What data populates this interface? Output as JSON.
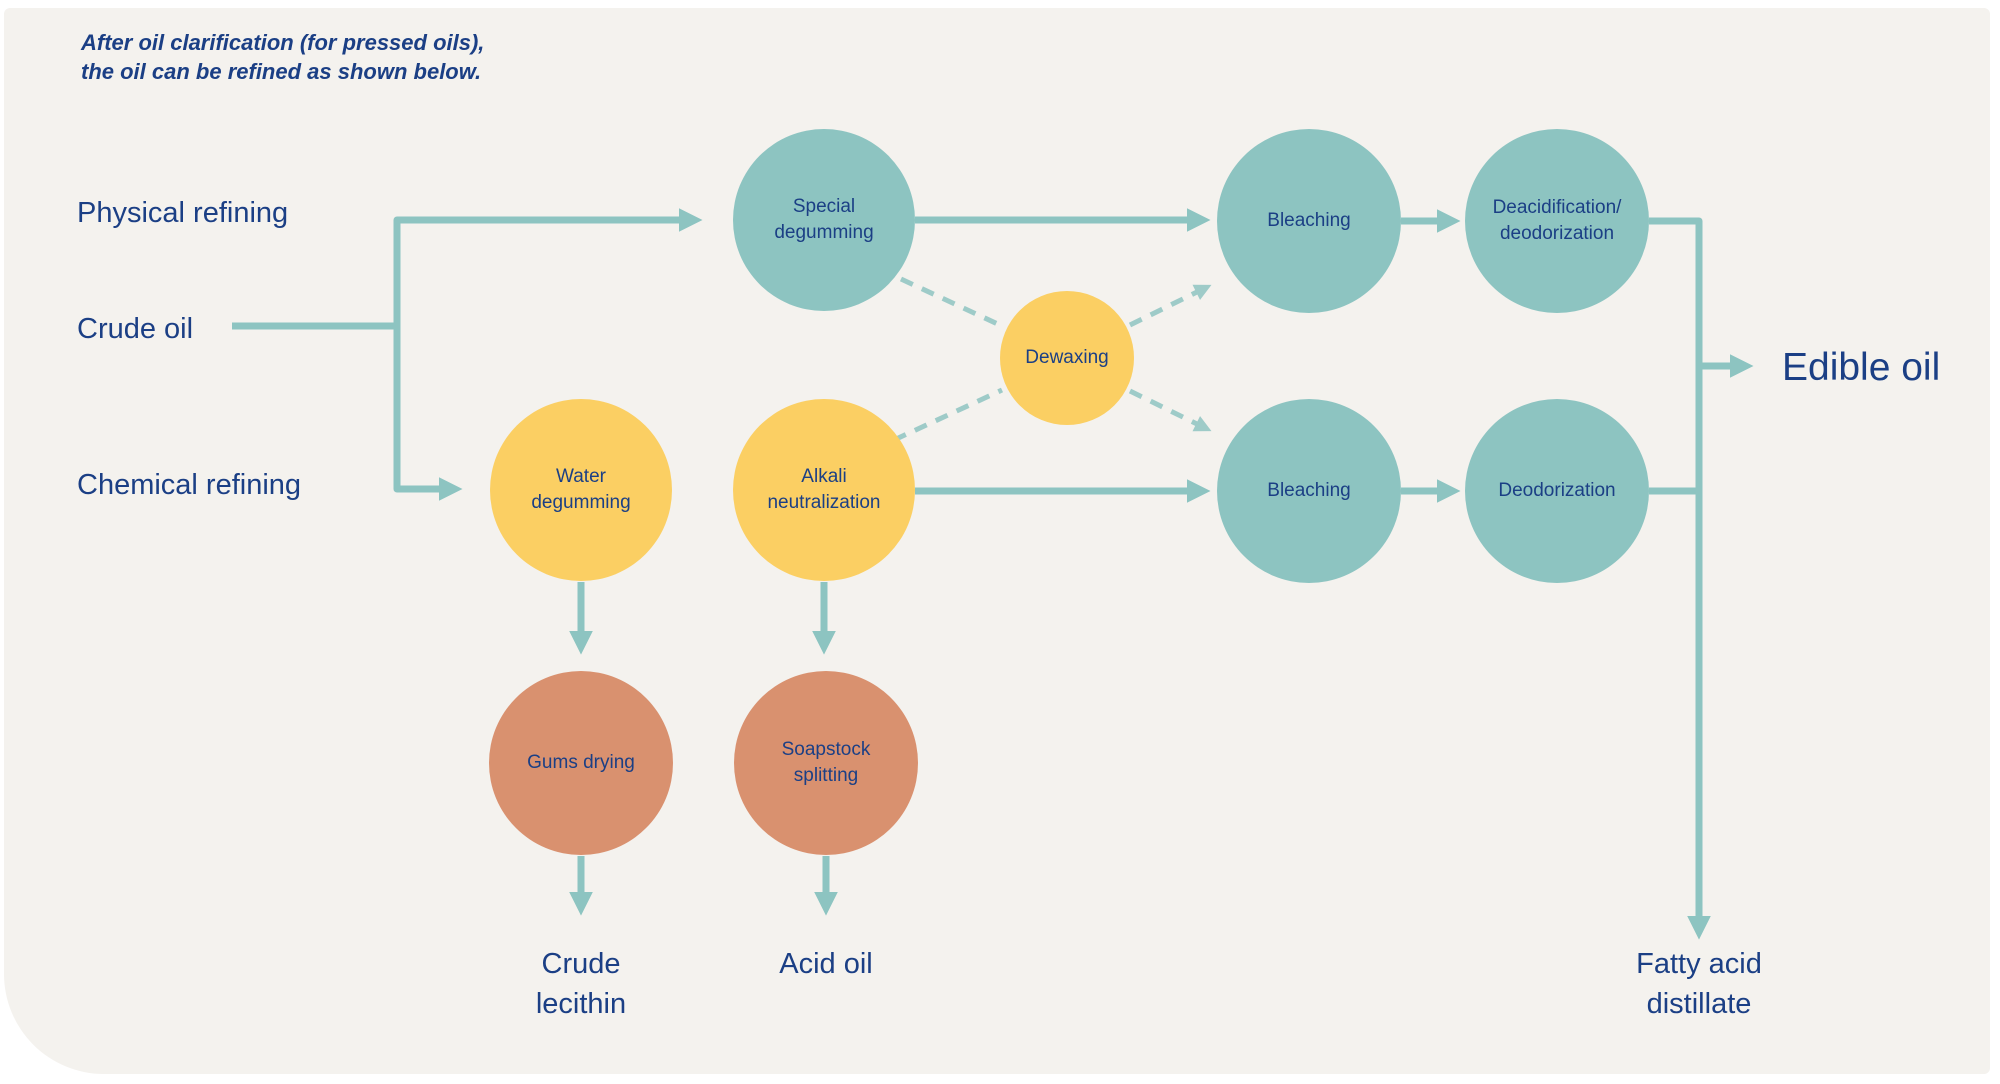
{
  "title_annotation": "After oil clarification (for pressed oils),\nthe oil can be refined as shown below.",
  "colors": {
    "card_background": "#f4f2ee",
    "page_background": "#ffffff",
    "process_teal": "#8dc4c1",
    "process_yellow": "#fbcf63",
    "process_salmon": "#d9916f",
    "text_navy": "#1b3f85",
    "connector_solid": "#8dc4c1",
    "connector_dashed": "#9ecbc8"
  },
  "inputs": {
    "physical_refining": "Physical refining",
    "crude_oil": "Crude oil",
    "chemical_refining": "Chemical refining"
  },
  "nodes": {
    "special_degumming": {
      "label": "Special\ndegumming",
      "color": "#8dc4c1"
    },
    "bleaching_top": {
      "label": "Bleaching",
      "color": "#8dc4c1"
    },
    "deacidification": {
      "label": "Deacidification/\ndeodorization",
      "color": "#8dc4c1"
    },
    "dewaxing": {
      "label": "Dewaxing",
      "color": "#fbcf63"
    },
    "water_degumming": {
      "label": "Water\ndegumming",
      "color": "#fbcf63"
    },
    "alkali_neutralization": {
      "label": "Alkali\nneutralization",
      "color": "#fbcf63"
    },
    "bleaching_bottom": {
      "label": "Bleaching",
      "color": "#8dc4c1"
    },
    "deodorization": {
      "label": "Deodorization",
      "color": "#8dc4c1"
    },
    "gums_drying": {
      "label": "Gums drying",
      "color": "#d9916f"
    },
    "soapstock_splitting": {
      "label": "Soapstock\nsplitting",
      "color": "#d9916f"
    }
  },
  "outputs": {
    "edible_oil": "Edible oil",
    "crude_lecithin": "Crude\nlecithin",
    "acid_oil": "Acid oil",
    "fatty_acid_distillate": "Fatty acid\ndistillate"
  },
  "edges": [
    {
      "from": "crude_oil",
      "to": "branch_point",
      "style": "solid"
    },
    {
      "from": "branch_point",
      "to": "special_degumming",
      "style": "solid-arrow",
      "branch": "physical_refining"
    },
    {
      "from": "branch_point",
      "to": "water_degumming",
      "style": "solid-arrow",
      "branch": "chemical_refining"
    },
    {
      "from": "special_degumming",
      "to": "bleaching_top",
      "style": "solid-arrow"
    },
    {
      "from": "bleaching_top",
      "to": "deacidification",
      "style": "solid-arrow"
    },
    {
      "from": "deacidification",
      "to": "edible_oil",
      "style": "solid-arrow"
    },
    {
      "from": "deacidification",
      "to": "fatty_acid_distillate",
      "style": "solid-arrow"
    },
    {
      "from": "alkali_neutralization",
      "to": "bleaching_bottom",
      "style": "solid-arrow"
    },
    {
      "from": "bleaching_bottom",
      "to": "deodorization",
      "style": "solid-arrow"
    },
    {
      "from": "deodorization",
      "to": "edible_oil",
      "style": "solid"
    },
    {
      "from": "water_degumming",
      "to": "gums_drying",
      "style": "solid-arrow"
    },
    {
      "from": "alkali_neutralization",
      "to": "soapstock_splitting",
      "style": "solid-arrow"
    },
    {
      "from": "gums_drying",
      "to": "crude_lecithin",
      "style": "solid-arrow"
    },
    {
      "from": "soapstock_splitting",
      "to": "acid_oil",
      "style": "solid-arrow"
    },
    {
      "from": "special_degumming",
      "to": "dewaxing",
      "style": "dashed"
    },
    {
      "from": "alkali_neutralization",
      "to": "dewaxing",
      "style": "dashed"
    },
    {
      "from": "dewaxing",
      "to": "bleaching_top",
      "style": "dashed-arrow"
    },
    {
      "from": "dewaxing",
      "to": "bleaching_bottom",
      "style": "dashed-arrow"
    }
  ]
}
